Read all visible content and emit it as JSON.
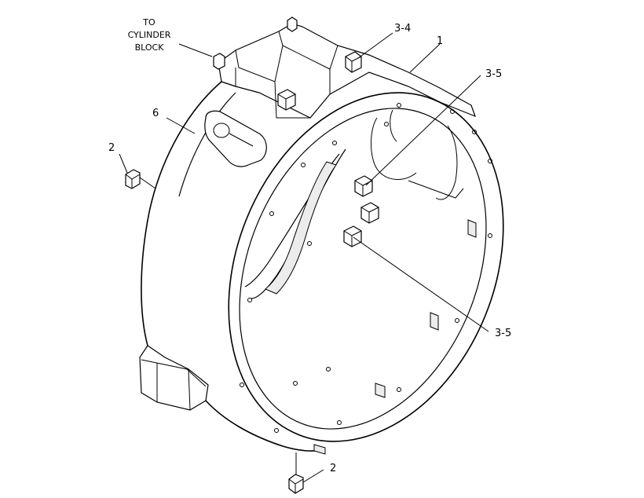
{
  "callouts": {
    "to_cylinder_block": [
      "TO",
      "CYLINDER",
      "BLOCK"
    ],
    "c34": "3-4",
    "c1": "1",
    "c35_upper": "3-5",
    "c6": "6",
    "c2_left": "2",
    "c35_lower": "3-5",
    "c2_bottom": "2"
  }
}
